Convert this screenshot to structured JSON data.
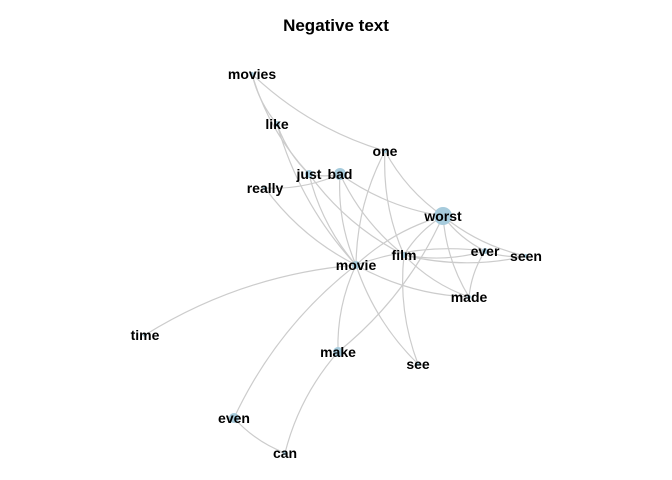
{
  "title": "Negative text",
  "colors": {
    "edge": "#cccccc",
    "node": "#a6cbdc",
    "text": "#000000"
  },
  "nodes": [
    {
      "id": "movies",
      "label": "movies"
    },
    {
      "id": "like",
      "label": "like"
    },
    {
      "id": "one",
      "label": "one"
    },
    {
      "id": "just",
      "label": "just"
    },
    {
      "id": "bad",
      "label": "bad"
    },
    {
      "id": "really",
      "label": "really"
    },
    {
      "id": "worst",
      "label": "worst"
    },
    {
      "id": "film",
      "label": "film"
    },
    {
      "id": "ever",
      "label": "ever"
    },
    {
      "id": "seen",
      "label": "seen"
    },
    {
      "id": "movie",
      "label": "movie"
    },
    {
      "id": "made",
      "label": "made"
    },
    {
      "id": "time",
      "label": "time"
    },
    {
      "id": "make",
      "label": "make"
    },
    {
      "id": "see",
      "label": "see"
    },
    {
      "id": "even",
      "label": "even"
    },
    {
      "id": "can",
      "label": "can"
    }
  ],
  "edges": [
    [
      "movies",
      "like"
    ],
    [
      "movies",
      "one"
    ],
    [
      "movies",
      "just"
    ],
    [
      "like",
      "movie"
    ],
    [
      "like",
      "just"
    ],
    [
      "one",
      "movie"
    ],
    [
      "one",
      "worst"
    ],
    [
      "one",
      "film"
    ],
    [
      "just",
      "bad"
    ],
    [
      "just",
      "movie"
    ],
    [
      "just",
      "film"
    ],
    [
      "bad",
      "movie"
    ],
    [
      "bad",
      "film"
    ],
    [
      "bad",
      "worst"
    ],
    [
      "really",
      "bad"
    ],
    [
      "really",
      "movie"
    ],
    [
      "worst",
      "movie"
    ],
    [
      "worst",
      "film"
    ],
    [
      "worst",
      "ever"
    ],
    [
      "worst",
      "seen"
    ],
    [
      "worst",
      "made"
    ],
    [
      "film",
      "ever"
    ],
    [
      "film",
      "seen"
    ],
    [
      "film",
      "made"
    ],
    [
      "film",
      "see"
    ],
    [
      "ever",
      "seen"
    ],
    [
      "ever",
      "made"
    ],
    [
      "ever",
      "movie"
    ],
    [
      "movie",
      "time"
    ],
    [
      "movie",
      "make"
    ],
    [
      "movie",
      "even"
    ],
    [
      "movie",
      "see"
    ],
    [
      "movie",
      "made"
    ],
    [
      "make",
      "can"
    ],
    [
      "make",
      "worst"
    ],
    [
      "even",
      "can"
    ]
  ]
}
